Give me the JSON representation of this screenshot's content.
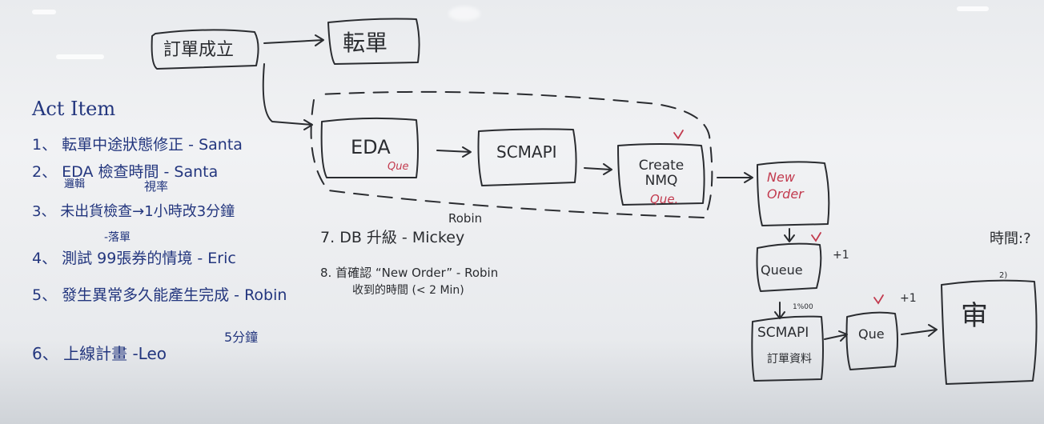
{
  "flow": {
    "node_order_established": "訂單成立",
    "node_transfer": "転單",
    "node_eda": "EDA",
    "node_eda_queue": "Que",
    "node_scmapi": "SCMAPI",
    "node_create_nmq": "Create NMQ",
    "node_create_nmq_queue": "Que.",
    "node_new_order": "New Order",
    "node_queue": "Queue",
    "node_scmapi_order": "SCMAPI",
    "node_scmapi_order_sub": "訂單資料",
    "node_scmapi_note": "1%00",
    "node_que": "Que",
    "node_review": "审",
    "plus_one_a": "+1",
    "plus_one_b": "+1",
    "time_question": "時間:?",
    "review_note": "2)"
  },
  "action_items": {
    "title": "Act Item",
    "items": [
      {
        "num": "1、",
        "text": "転單中途狀態修正 - Santa"
      },
      {
        "num": "2、",
        "text": "EDA 檢查時間 - Santa",
        "sub1": "邏輯",
        "sub2": "視率"
      },
      {
        "num": "3、",
        "text": "未出貨檢查→1小時改3分鐘"
      },
      {
        "num": "4、",
        "text": "測試 99張券的情境 - Eric",
        "note": "-落單"
      },
      {
        "num": "5、",
        "text": "發生異常多久能產生完成 - Robin",
        "note": "5分鐘"
      },
      {
        "num": "6、",
        "text": "上線計畫 -Leo"
      }
    ]
  },
  "extra_items": [
    {
      "num": "7.",
      "text": "DB 升級 - Mickey",
      "note": "Robin"
    },
    {
      "num": "8.",
      "text": "首確認 “New Order” - Robin",
      "sub": "收到的時間 (< 2 Min)"
    }
  ]
}
